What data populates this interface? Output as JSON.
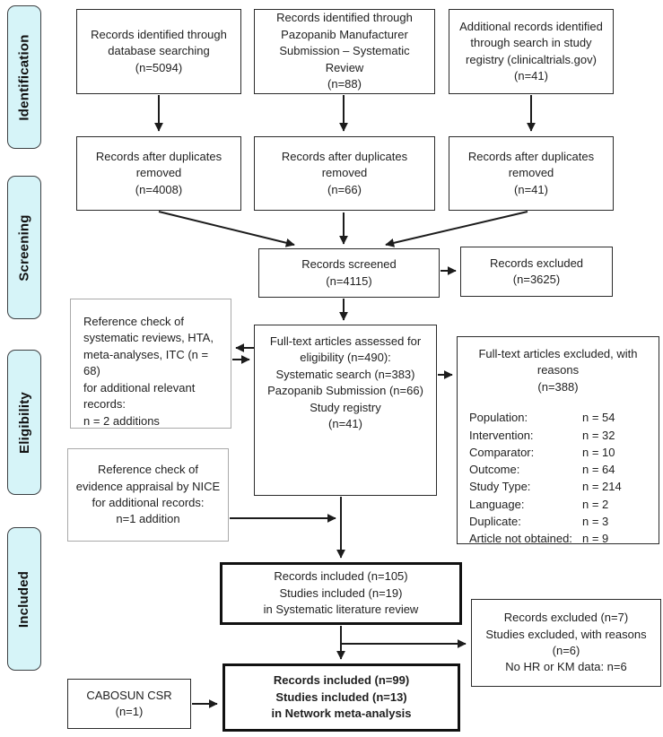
{
  "stages": [
    {
      "label": "Identification"
    },
    {
      "label": "Screening"
    },
    {
      "label": "Eligibility"
    },
    {
      "label": "Included"
    }
  ],
  "boxes": {
    "db_search": {
      "text": "Records identified through\ndatabase searching\n(n=5094)"
    },
    "pazopanib_submission": {
      "text": "Records identified through\nPazopanib Manufacturer\nSubmission – Systematic Review\n(n=88)"
    },
    "study_registry": {
      "text": "Additional records identified\nthrough search in study\nregistry (clinicaltrials.gov)\n(n=41)"
    },
    "dedup_db": {
      "text": "Records after duplicates\nremoved\n(n=4008)"
    },
    "dedup_submission": {
      "text": "Records after duplicates\nremoved\n(n=66)"
    },
    "dedup_registry": {
      "text": "Records after duplicates\nremoved\n(n=41)"
    },
    "screened": {
      "text": "Records screened\n(n=4115)"
    },
    "records_excluded": {
      "text": "Records excluded\n(n=3625)"
    },
    "ref_check_systematic": {
      "text": "Reference check of\nsystematic reviews, HTA,\nmeta-analyses, ITC (n = 68)\nfor additional relevant\nrecords:\nn = 2 additions"
    },
    "full_text_assessed": {
      "text": "Full-text articles assessed for\neligibility (n=490):\nSystematic search (n=383)\nPazopanib Submission (n=66)\nStudy registry\n(n=41)"
    },
    "full_text_excluded": {
      "title": "Full-text articles excluded, with\nreasons\n(n=388)",
      "reasons": [
        {
          "label": "Population:",
          "value": "n = 54"
        },
        {
          "label": "Intervention:",
          "value": "n = 32"
        },
        {
          "label": "Comparator:",
          "value": "n = 10"
        },
        {
          "label": "Outcome:",
          "value": "n = 64"
        },
        {
          "label": "Study Type:",
          "value": "n = 214"
        },
        {
          "label": "Language:",
          "value": "n = 2"
        },
        {
          "label": "Duplicate:",
          "value": "n = 3"
        },
        {
          "label": "Article not obtained:",
          "value": "n = 9"
        }
      ]
    },
    "ref_check_nice": {
      "text": "Reference check of\nevidence appraisal by NICE\nfor additional records:\nn=1 addition"
    },
    "slr_included": {
      "text": "Records included (n=105)\nStudies included (n=19)\nin Systematic literature review"
    },
    "studies_excluded": {
      "text": "Records excluded (n=7)\nStudies excluded, with reasons\n(n=6)\nNo HR or KM data: n=6"
    },
    "cabosun_csr": {
      "text": "CABOSUN CSR\n(n=1)"
    },
    "nma_included": {
      "text": "Records included (n=99)\nStudies included (n=13)\nin Network meta-analysis"
    }
  },
  "colors": {
    "stage_fill": "#d6f4f8",
    "stage_border": "#3d4043",
    "box_border": "#2b2b2b",
    "ref_box_border": "#a9a9a9",
    "arrow": "#1c1c1c"
  }
}
